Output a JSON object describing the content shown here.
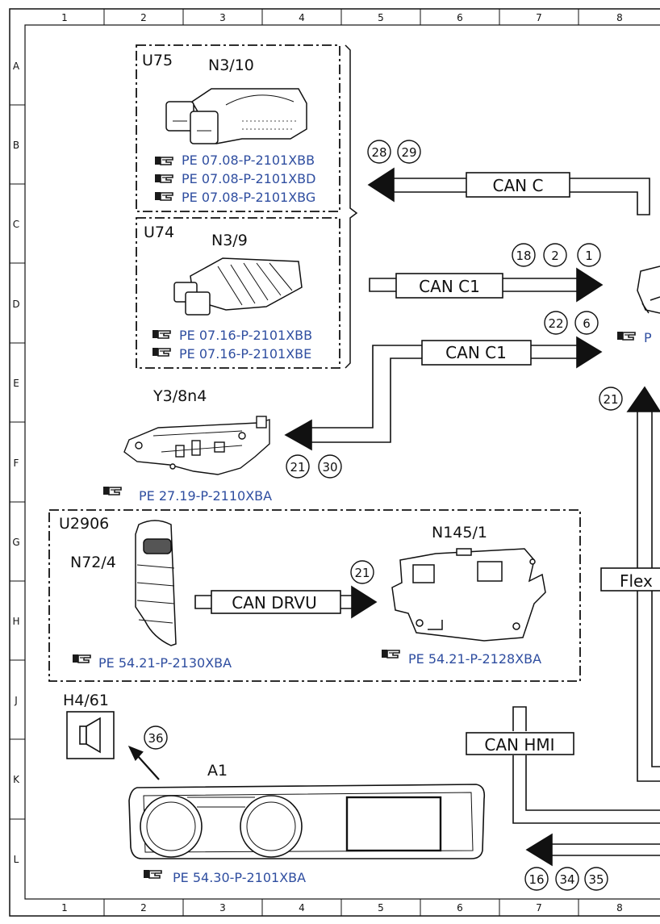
{
  "frame": {
    "columns": [
      "1",
      "2",
      "3",
      "4",
      "5",
      "6",
      "7",
      "8"
    ],
    "rows": [
      "A",
      "B",
      "C",
      "D",
      "E",
      "F",
      "G",
      "H",
      "J",
      "K",
      "L"
    ]
  },
  "modules": {
    "u75": {
      "group": "U75",
      "name": "N3/10",
      "refs": [
        "PE 07.08-P-2101XBB",
        "PE 07.08-P-2101XBD",
        "PE 07.08-P-2101XBG"
      ]
    },
    "u74": {
      "group": "U74",
      "name": "N3/9",
      "refs": [
        "PE 07.16-P-2101XBB",
        "PE 07.16-P-2101XBE"
      ]
    },
    "y3": {
      "name": "Y3/8n4",
      "ref": "PE 27.19-P-2110XBA"
    },
    "u2906": {
      "group": "U2906",
      "n72_name": "N72/4",
      "n72_ref": "PE 54.21-P-2130XBA",
      "n145_name": "N145/1",
      "n145_ref": "PE 54.21-P-2128XBA"
    },
    "h4": {
      "name": "H4/61"
    },
    "a1": {
      "name": "A1",
      "ref": "PE 54.30-P-2101XBA"
    },
    "right_ref": "P"
  },
  "buses": {
    "can_c": "CAN C",
    "can_c1_top": "CAN C1",
    "can_c1_mid": "CAN C1",
    "can_drvu": "CAN DRVU",
    "can_hmi": "CAN HMI",
    "flex": "Flex"
  },
  "callouts": {
    "c28": "28",
    "c29": "29",
    "c18": "18",
    "c2": "2",
    "c1": "1",
    "c22": "22",
    "c6": "6",
    "c21_right": "21",
    "c21_y3": "21",
    "c30": "30",
    "c21_drvu": "21",
    "c36": "36",
    "c16": "16",
    "c34": "34",
    "c35": "35"
  },
  "icons": {
    "reference": "hand-pointer-icon",
    "speaker": "speaker-icon"
  }
}
